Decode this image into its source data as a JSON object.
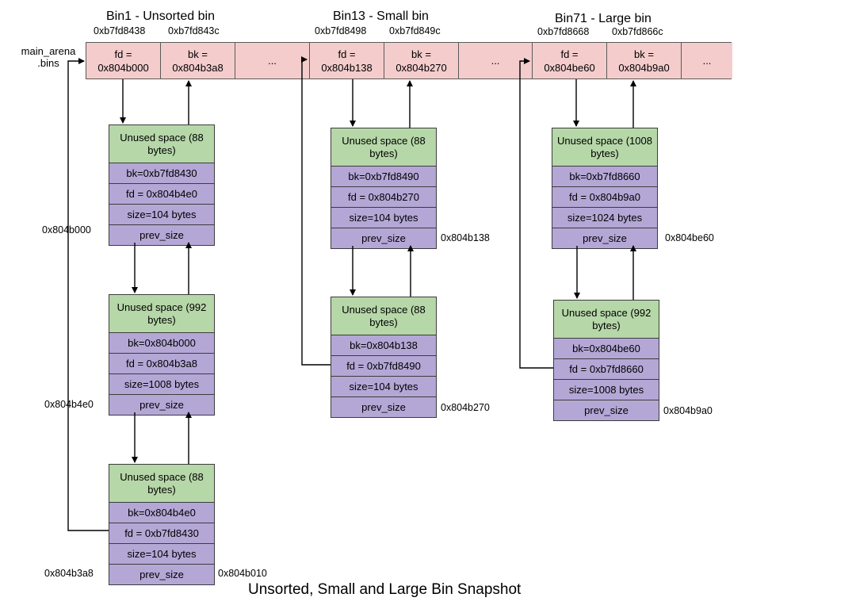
{
  "caption": "Unsorted, Small and Large Bin Snapshot",
  "arena_label": [
    "main_arena",
    ".bins"
  ],
  "bins": [
    {
      "title": "Bin1 - Unsorted bin",
      "fd_slot_addr": "0xb7fd8438",
      "bk_slot_addr": "0xb7fd843c",
      "fd_label": [
        "fd =",
        "0x804b000"
      ],
      "bk_label": [
        "bk =",
        "0x804b3a8"
      ],
      "chunks": [
        {
          "unused": "Unused space (88 bytes)",
          "bk": "bk=0xb7fd8430",
          "fd": "fd = 0x804b4e0",
          "size": "size=104 bytes",
          "prev_size": "prev_size",
          "addr": "0x804b000"
        },
        {
          "unused": "Unused space (992 bytes)",
          "bk": "bk=0x804b000",
          "fd": "fd = 0x804b3a8",
          "size": "size=1008 bytes",
          "prev_size": "prev_size",
          "addr": "0x804b4e0"
        },
        {
          "unused": "Unused space (88 bytes)",
          "bk": "bk=0x804b4e0",
          "fd": "fd = 0xb7fd8430",
          "size": "size=104 bytes",
          "prev_size": "prev_size",
          "addr": "0x804b3a8",
          "addr_right": "0x804b010"
        }
      ]
    },
    {
      "title": "Bin13 - Small bin",
      "fd_slot_addr": "0xb7fd8498",
      "bk_slot_addr": "0xb7fd849c",
      "fd_label": [
        "fd =",
        "0x804b138"
      ],
      "bk_label": [
        "bk =",
        "0x804b270"
      ],
      "chunks": [
        {
          "unused": "Unused space (88 bytes)",
          "bk": "bk=0xb7fd8490",
          "fd": "fd = 0x804b270",
          "size": "size=104 bytes",
          "prev_size": "prev_size",
          "addr": "0x804b138"
        },
        {
          "unused": "Unused space (88 bytes)",
          "bk": "bk=0x804b138",
          "fd": "fd = 0xb7fd8490",
          "size": "size=104 bytes",
          "prev_size": "prev_size",
          "addr": "0x804b270"
        }
      ]
    },
    {
      "title": "Bin71 - Large bin",
      "fd_slot_addr": "0xb7fd8668",
      "bk_slot_addr": "0xb7fd866c",
      "fd_label": [
        "fd =",
        "0x804be60"
      ],
      "bk_label": [
        "bk =",
        "0x804b9a0"
      ],
      "chunks": [
        {
          "unused": "Unused space (1008 bytes)",
          "bk": "bk=0xb7fd8660",
          "fd": "fd = 0x804b9a0",
          "size": "size=1024 bytes",
          "prev_size": "prev_size",
          "addr": "0x804be60"
        },
        {
          "unused": "Unused space (992 bytes)",
          "bk": "bk=0x804be60",
          "fd": "fd = 0xb7fd8660",
          "size": "size=1008 bytes",
          "prev_size": "prev_size",
          "addr": "0x804b9a0"
        }
      ]
    }
  ],
  "ellipsis": "..."
}
